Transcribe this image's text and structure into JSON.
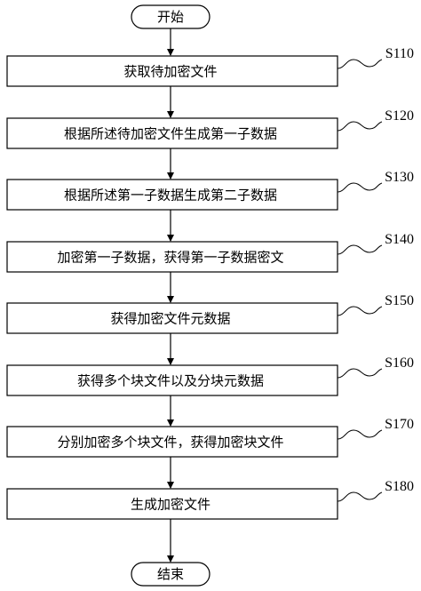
{
  "flowchart": {
    "start": "开始",
    "end": "结束",
    "steps": [
      {
        "label": "S110",
        "text": "获取待加密文件"
      },
      {
        "label": "S120",
        "text": "根据所述待加密文件生成第一子数据"
      },
      {
        "label": "S130",
        "text": "根据所述第一子数据生成第二子数据"
      },
      {
        "label": "S140",
        "text": "加密第一子数据，获得第一子数据密文"
      },
      {
        "label": "S150",
        "text": "获得加密文件元数据"
      },
      {
        "label": "S160",
        "text": "获得多个块文件以及分块元数据"
      },
      {
        "label": "S170",
        "text": "分别加密多个块文件，获得加密块文件"
      },
      {
        "label": "S180",
        "text": "生成加密文件"
      }
    ]
  }
}
